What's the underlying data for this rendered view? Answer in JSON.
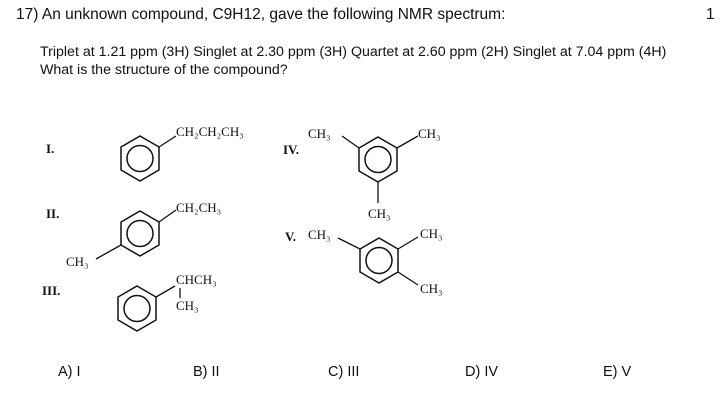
{
  "question": {
    "title": "17) An unknown compound, C9H12, gave the following NMR spectrum:",
    "page_number": "1",
    "spectrum": "Triplet at 1.21 ppm (3H) Singlet at 2.30 ppm (3H) Quartet at 2.60 ppm (2H) Singlet at 7.04 ppm (4H)",
    "prompt": "What is the structure of the compound?"
  },
  "structures": {
    "I": {
      "numeral": "I.",
      "substituent": "CH₂CH₂CH₃"
    },
    "II": {
      "numeral": "II.",
      "substituent": "CH₂CH₃",
      "left_substituent": "CH₃"
    },
    "III": {
      "numeral": "III.",
      "substituent_top": "CHCH₃",
      "substituent_bottom": "CH₃"
    },
    "IV": {
      "numeral": "IV.",
      "left_methyl": "CH₃",
      "right_methyl": "CH₃",
      "bottom_methyl": "CH₃"
    },
    "V": {
      "numeral": "V.",
      "left_methyl": "CH₃",
      "top_methyl": "CH₃",
      "bottom_methyl": "CH₃"
    }
  },
  "choices": [
    {
      "label": "A) I"
    },
    {
      "label": "B) II"
    },
    {
      "label": "C) III"
    },
    {
      "label": "D) IV"
    },
    {
      "label": "E) V"
    }
  ]
}
